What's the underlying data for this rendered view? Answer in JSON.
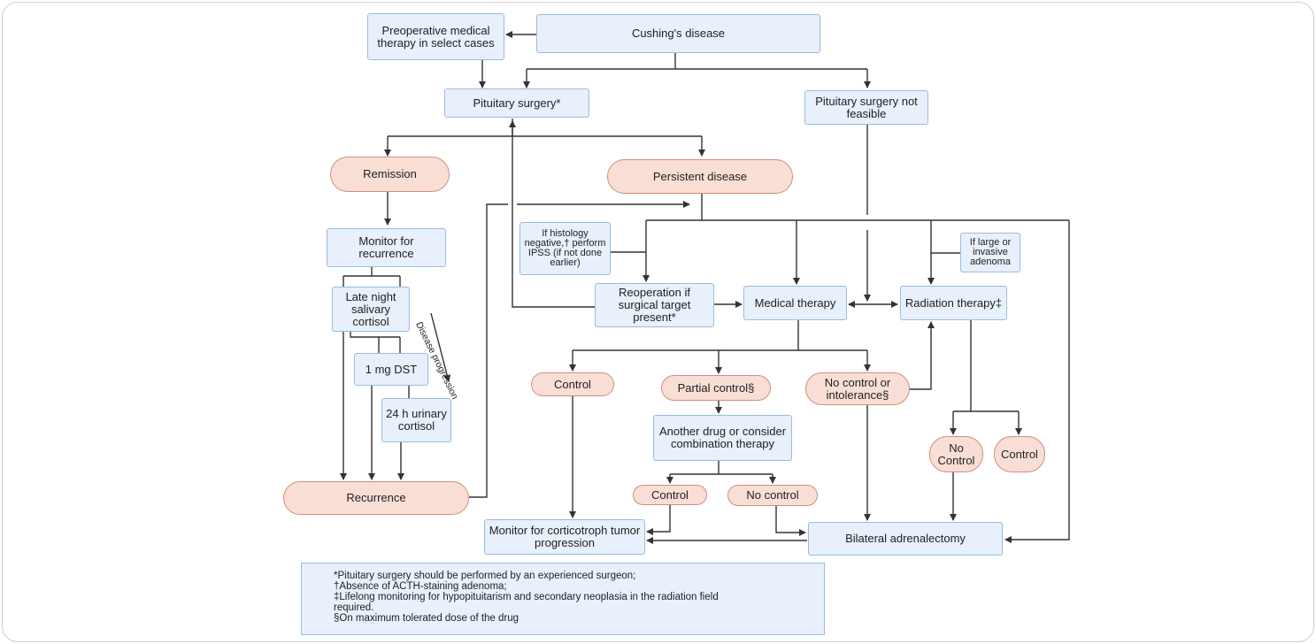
{
  "nodes": {
    "cushings": "Cushing's disease",
    "preop": "Preoperative medical therapy in select cases",
    "surgery": "Pituitary surgery*",
    "not_feasible": "Pituitary surgery not feasible",
    "remission": "Remission",
    "persistent": "Persistent disease",
    "monitor_recurrence": "Monitor for recurrence",
    "lnsc": "Late night salivary cortisol",
    "dst": "1 mg DST",
    "urinary": "24 h urinary cortisol",
    "recurrence": "Recurrence",
    "histology": "If histology negative,† perform IPSS (if not done earlier)",
    "reoperation": "Reoperation if surgical target present*",
    "medical": "Medical therapy",
    "large_adenoma": "If large or invasive adenoma",
    "radiation": "Radiation therapy‡",
    "control1": "Control",
    "partial": "Partial control§",
    "nocontrol_intol": "No control or intolerance§",
    "another_drug": "Another drug or consider combination therapy",
    "control2": "Control",
    "nocontrol2": "No control",
    "rad_nocontrol": "No Control",
    "rad_control": "Control",
    "monitor_tumor": "Monitor for corticotroph tumor progression",
    "adrenalectomy": "Bilateral adrenalectomy"
  },
  "annotation": "Disease progression",
  "footnotes": [
    "*Pituitary surgery  should be performed by an experienced surgeon;",
    "†Absence of ACTH-staining adenoma;",
    "‡Lifelong monitoring for hypopituitarism and secondary neoplasia in the radiation field",
    "required.",
    "§On maximum tolerated dose of the drug"
  ],
  "colors": {
    "box_fill": "#e7f0fb",
    "box_border": "#9bbbe0",
    "outcome_fill": "#f9ded6",
    "outcome_border": "#cd8f7e",
    "line": "#333333"
  }
}
